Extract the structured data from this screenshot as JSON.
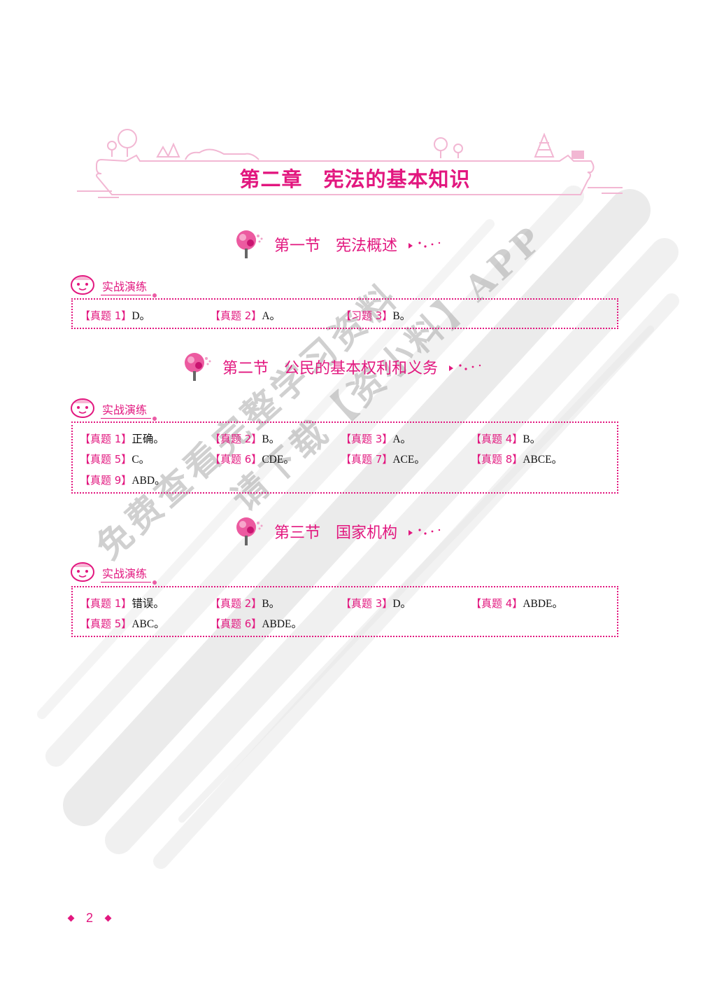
{
  "chapter": {
    "title": "第二章　宪法的基本知识"
  },
  "practice_label": "实战演练",
  "sections": [
    {
      "title": "第一节　宪法概述",
      "answers": [
        {
          "key": "【真题 1】",
          "value": "D。"
        },
        {
          "key": "【真题 2】",
          "value": "A。"
        },
        {
          "key": "【习题 3】",
          "value": "B。"
        }
      ]
    },
    {
      "title": "第二节　公民的基本权利和义务",
      "answers": [
        {
          "key": "【真题 1】",
          "value": "正确。"
        },
        {
          "key": "【真题 2】",
          "value": "B。"
        },
        {
          "key": "【真题 3】",
          "value": "A。"
        },
        {
          "key": "【真题 4】",
          "value": "B。"
        },
        {
          "key": "【真题 5】",
          "value": "C。"
        },
        {
          "key": "【真题 6】",
          "value": "CDE。"
        },
        {
          "key": "【真题 7】",
          "value": "ACE。"
        },
        {
          "key": "【真题 8】",
          "value": "ABCE。"
        },
        {
          "key": "【真题 9】",
          "value": "ABD。"
        }
      ]
    },
    {
      "title": "第三节　国家机构",
      "answers": [
        {
          "key": "【真题 1】",
          "value": "错误。"
        },
        {
          "key": "【真题 2】",
          "value": "B。"
        },
        {
          "key": "【真题 3】",
          "value": "D。"
        },
        {
          "key": "【真题 4】",
          "value": "ABDE。"
        },
        {
          "key": "【真题 5】",
          "value": "ABC。"
        },
        {
          "key": "【真题 6】",
          "value": "ABDE。"
        }
      ]
    }
  ],
  "watermark": {
    "line1": "免费查看完整学习资料",
    "line2": "请下载【资小料】APP"
  },
  "footer": {
    "page_number": "2"
  },
  "colors": {
    "accent": "#e2177f",
    "banner_outline": "#f2b7d3",
    "watermark": "#aaaaaa"
  }
}
